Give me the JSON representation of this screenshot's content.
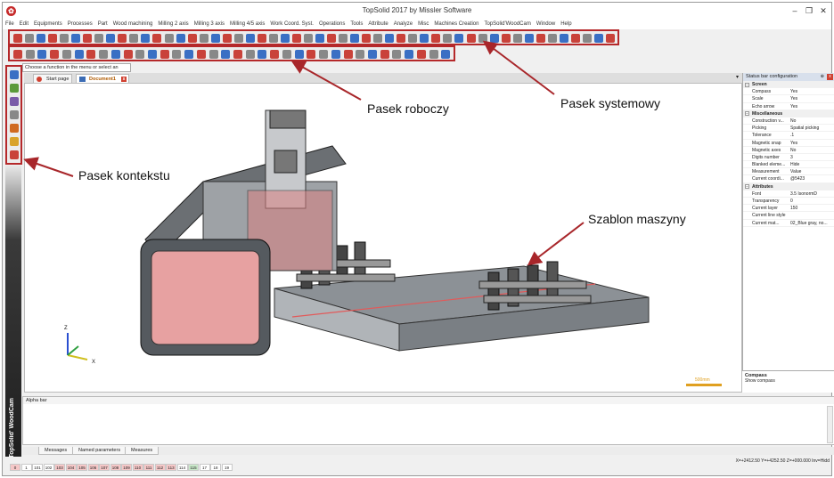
{
  "window": {
    "title": "TopSolid 2017 by Missler Software",
    "controls": [
      "–",
      "❐",
      "✕"
    ]
  },
  "menu": [
    "File",
    "Edit",
    "Equipments",
    "Processes",
    "Part",
    "Wood machining",
    "Milling 2 axis",
    "Milling 3 axis",
    "Milling 4/5 axis",
    "Work Coord. Syst.",
    "Operations",
    "Tools",
    "Attribute",
    "Analyze",
    "Misc",
    "Machines Creation",
    "TopSolid'WoodCam",
    "Window",
    "Help"
  ],
  "hint": "Choose a function in the menu or select an element",
  "tabs": {
    "start": "Start page",
    "doc": "Document1"
  },
  "annotations": {
    "working": "Pasek roboczy",
    "system": "Pasek systemowy",
    "context": "Pasek kontekstu",
    "template": "Szablon maszyny"
  },
  "viewport": {
    "scale_label": "500mm",
    "axis_z": "Z",
    "axis_x": "X"
  },
  "panel": {
    "title": "Status bar configuration",
    "rows": [
      {
        "type": "section",
        "k": "Screen"
      },
      {
        "k": "Compass",
        "v": "Yes"
      },
      {
        "k": "Scale",
        "v": "Yes"
      },
      {
        "k": "Echo arrow",
        "v": "Yes"
      },
      {
        "type": "section",
        "k": "Miscellaneous"
      },
      {
        "k": "Construction v...",
        "v": "No"
      },
      {
        "k": "Picking",
        "v": "Spatial picking"
      },
      {
        "k": "Tolerance",
        "v": ".1"
      },
      {
        "k": "Magnetic snap",
        "v": "Yes"
      },
      {
        "k": "Magnetic axes",
        "v": "No"
      },
      {
        "k": "Digits number",
        "v": "3"
      },
      {
        "k": "Blanked eleme...",
        "v": "Hide"
      },
      {
        "k": "Measurement",
        "v": "Value"
      },
      {
        "k": "Current coordi...",
        "v": "@5423"
      },
      {
        "type": "section",
        "k": "Attributes"
      },
      {
        "k": "Font",
        "v": "3.5  IsonormD"
      },
      {
        "k": "Transparency",
        "v": "0"
      },
      {
        "k": "Current layer",
        "v": "150"
      },
      {
        "k": "Current line style",
        "v": ""
      },
      {
        "k": "Current mat...",
        "v": "02_Blue gray, no..."
      }
    ],
    "help_title": "Compass",
    "help_text": "Show compass"
  },
  "alpha": {
    "title": "Alpha bar"
  },
  "bottom_tabs": [
    "Messages",
    "Named parameters",
    "Measures"
  ],
  "brand_vertical": "TopSolid' WoodCam",
  "status": {
    "coords": "X=+2412.50  Y=+4252.50  Z=+000.000  Inv=Hidd"
  },
  "layers": [
    "0",
    "1",
    "101",
    "102",
    "103",
    "104",
    "105",
    "106",
    "107",
    "108",
    "109",
    "110",
    "111",
    "112",
    "113",
    "114",
    "115",
    "17",
    "18",
    "19"
  ],
  "colors": {
    "highlight": "#b5282a",
    "machine_body": "#555a5f",
    "pink_panel": "#e7a1a1"
  }
}
